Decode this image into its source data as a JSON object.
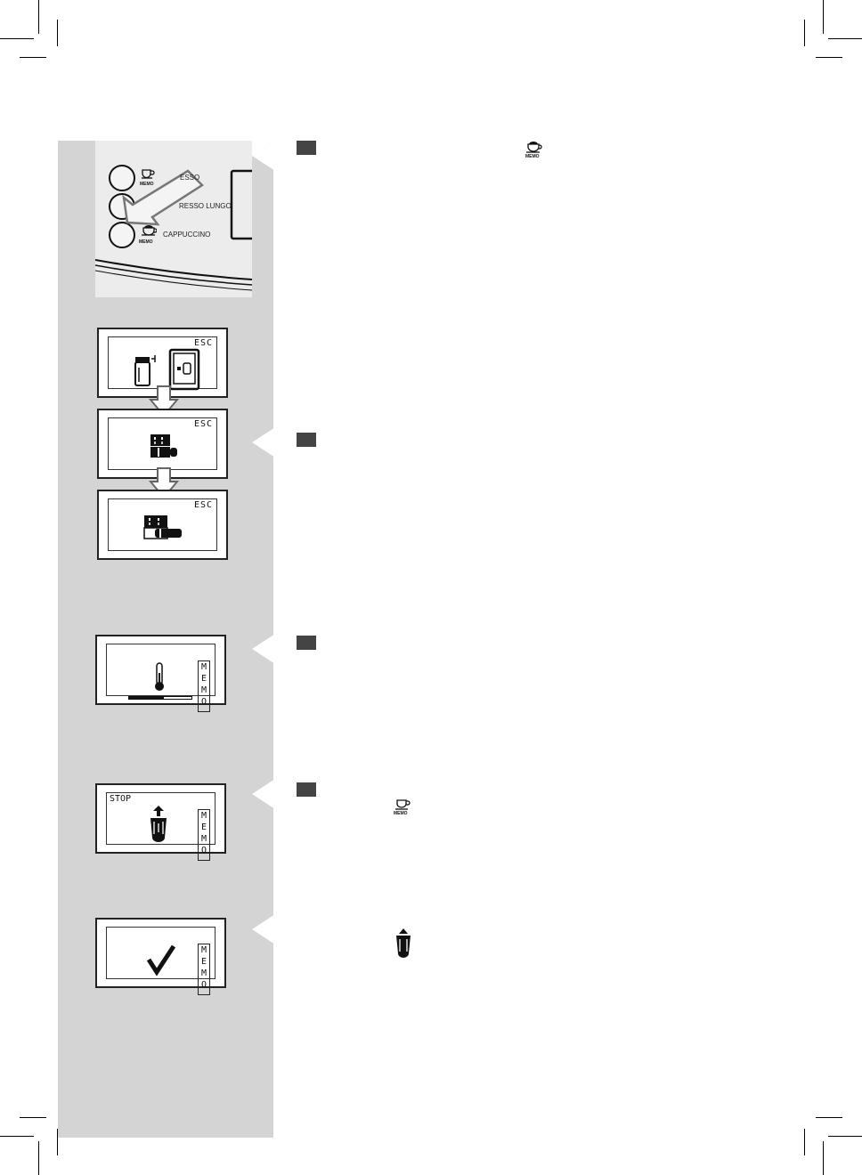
{
  "panel": {
    "buttons": [
      {
        "label": "ESPRESSO",
        "visible_label": "ESSO",
        "icon": "cup-icon"
      },
      {
        "label": "ESPRESSO LUNGO",
        "visible_label": "RESSO LUNGO",
        "icon": "cup-icon"
      },
      {
        "label": "CAPPUCCINO",
        "visible_label": "CAPPUCCINO",
        "icon": "cappuccino-icon"
      }
    ],
    "memo_label": "MEMO"
  },
  "displays": {
    "esc_label": "ESC",
    "memo_label": "MEMO",
    "stop_label": "STOP",
    "heating_progress": 0.55
  },
  "steps": [
    {
      "id": "step-1",
      "icon": "cappuccino-memo-icon",
      "memo": "MEMO"
    },
    {
      "id": "step-2"
    },
    {
      "id": "step-3"
    },
    {
      "id": "step-4",
      "icon": "cup-memo-icon",
      "memo": "MEMO"
    },
    {
      "id": "step-5",
      "icon": "milk-jug-icon"
    }
  ],
  "colors": {
    "sidebar": "#d4d4d4",
    "step_marker": "#444444"
  }
}
